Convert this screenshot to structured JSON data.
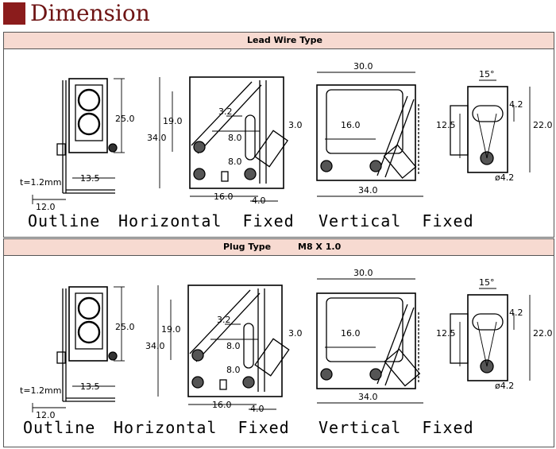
{
  "title": "Dimension",
  "colors": {
    "title_square": "#8b1c1c",
    "title_text": "#6e1414",
    "header_bg": "#f7dad1"
  },
  "panels": [
    {
      "header": "Lead Wire Type",
      "header_extra": "",
      "outline": {
        "caption": "Outline",
        "height": "25.0",
        "thickness": "t=1.2mm",
        "width": "13.5",
        "base": "12.0"
      },
      "horizontal": {
        "caption": "Horizontal  Fixed",
        "left_outer": "34.0",
        "left_inner": "19.0",
        "slot_top": "3.2",
        "slot_a": "8.0",
        "slot_b": "8.0",
        "bottom": "16.0",
        "bottom_small": "4.0"
      },
      "vertical": {
        "caption": "Vertical  Fixed",
        "top": "30.0",
        "left_offset": "3.0",
        "middle": "16.0",
        "bottom": "34.0"
      },
      "mount": {
        "angle": "15°",
        "slot": "4.2",
        "left": "12.5",
        "right": "22.0",
        "hole": "ø4.2"
      }
    },
    {
      "header": "Plug Type",
      "header_extra": "M8 X 1.0",
      "outline": {
        "caption": "Outline",
        "height": "25.0",
        "thickness": "t=1.2mm",
        "width": "13.5",
        "base": "12.0"
      },
      "horizontal": {
        "caption": "Horizontal  Fixed",
        "left_outer": "34.0",
        "left_inner": "19.0",
        "slot_top": "3.2",
        "slot_a": "8.0",
        "slot_b": "8.0",
        "bottom": "16.0",
        "bottom_small": "4.0"
      },
      "vertical": {
        "caption": "Vertical  Fixed",
        "top": "30.0",
        "left_offset": "3.0",
        "middle": "16.0",
        "bottom": "34.0"
      },
      "mount": {
        "angle": "15°",
        "slot": "4.2",
        "left": "12.5",
        "right": "22.0",
        "hole": "ø4.2"
      }
    }
  ]
}
